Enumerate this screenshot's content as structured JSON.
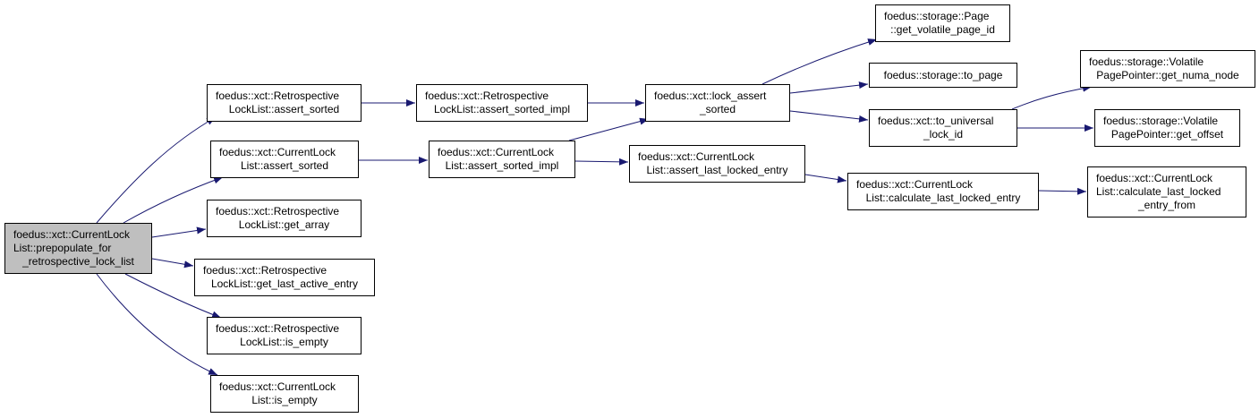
{
  "colors": {
    "edge": "#191970",
    "root_fill": "#bfbfbf",
    "node_fill": "#ffffff",
    "border": "#000000"
  },
  "nodes": [
    {
      "id": "n0",
      "lines": [
        "foedus::xct::CurrentLock",
        "List::prepopulate_for",
        "_retrospective_lock_list"
      ],
      "root": true
    },
    {
      "id": "n1",
      "lines": [
        "foedus::xct::Retrospective",
        "LockList::assert_sorted"
      ]
    },
    {
      "id": "n2",
      "lines": [
        "foedus::xct::CurrentLock",
        "List::assert_sorted"
      ]
    },
    {
      "id": "n3",
      "lines": [
        "foedus::xct::Retrospective",
        "LockList::get_array"
      ]
    },
    {
      "id": "n4",
      "lines": [
        "foedus::xct::Retrospective",
        "LockList::get_last_active_entry"
      ]
    },
    {
      "id": "n5",
      "lines": [
        "foedus::xct::Retrospective",
        "LockList::is_empty"
      ]
    },
    {
      "id": "n6",
      "lines": [
        "foedus::xct::CurrentLock",
        "List::is_empty"
      ]
    },
    {
      "id": "n7",
      "lines": [
        "foedus::xct::Retrospective",
        "LockList::assert_sorted_impl"
      ]
    },
    {
      "id": "n8",
      "lines": [
        "foedus::xct::CurrentLock",
        "List::assert_sorted_impl"
      ]
    },
    {
      "id": "n9",
      "lines": [
        "foedus::xct::lock_assert",
        "_sorted"
      ]
    },
    {
      "id": "n10",
      "lines": [
        "foedus::xct::CurrentLock",
        "List::assert_last_locked_entry"
      ]
    },
    {
      "id": "n11",
      "lines": [
        "foedus::storage::Page",
        "::get_volatile_page_id"
      ]
    },
    {
      "id": "n12",
      "lines": [
        "foedus::storage::to_page"
      ]
    },
    {
      "id": "n13",
      "lines": [
        "foedus::xct::to_universal",
        "_lock_id"
      ]
    },
    {
      "id": "n14",
      "lines": [
        "foedus::xct::CurrentLock",
        "List::calculate_last_locked_entry"
      ]
    },
    {
      "id": "n15",
      "lines": [
        "foedus::storage::Volatile",
        "PagePointer::get_numa_node"
      ]
    },
    {
      "id": "n16",
      "lines": [
        "foedus::storage::Volatile",
        "PagePointer::get_offset"
      ]
    },
    {
      "id": "n17",
      "lines": [
        "foedus::xct::CurrentLock",
        "List::calculate_last_locked",
        "_entry_from"
      ]
    }
  ],
  "edges": [
    [
      "n0",
      "n1"
    ],
    [
      "n0",
      "n2"
    ],
    [
      "n0",
      "n3"
    ],
    [
      "n0",
      "n4"
    ],
    [
      "n0",
      "n5"
    ],
    [
      "n0",
      "n6"
    ],
    [
      "n1",
      "n7"
    ],
    [
      "n2",
      "n8"
    ],
    [
      "n7",
      "n9"
    ],
    [
      "n8",
      "n9"
    ],
    [
      "n8",
      "n10"
    ],
    [
      "n9",
      "n11"
    ],
    [
      "n9",
      "n12"
    ],
    [
      "n9",
      "n13"
    ],
    [
      "n10",
      "n14"
    ],
    [
      "n13",
      "n15"
    ],
    [
      "n13",
      "n16"
    ],
    [
      "n14",
      "n17"
    ]
  ]
}
